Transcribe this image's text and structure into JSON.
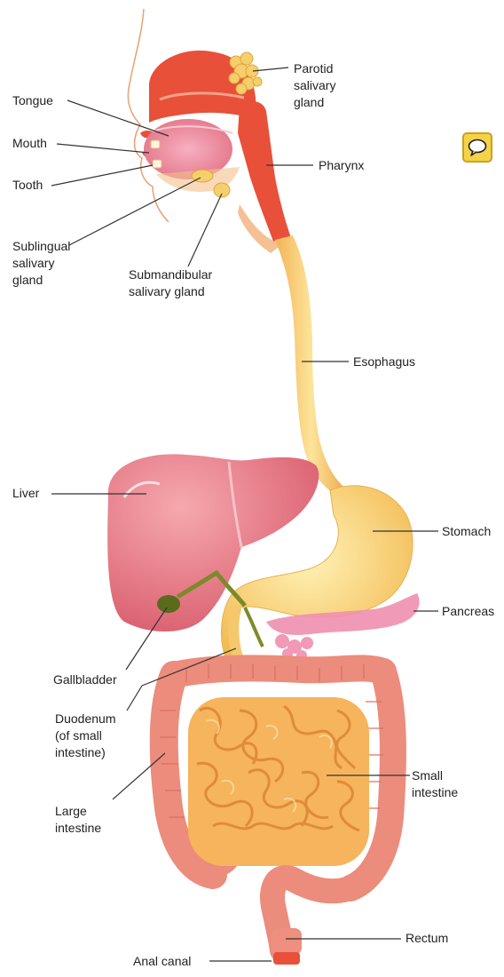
{
  "labels": {
    "parotid": "Parotid\nsalivary\ngland",
    "tongue": "Tongue",
    "mouth": "Mouth",
    "tooth": "Tooth",
    "pharynx": "Pharynx",
    "sublingual": "Sublingual\nsalivary\ngland",
    "submandibular": "Submandibular\nsalivary gland",
    "esophagus": "Esophagus",
    "liver": "Liver",
    "stomach": "Stomach",
    "pancreas": "Pancreas",
    "gallbladder": "Gallbladder",
    "duodenum": "Duodenum\n(of small\nintestine)",
    "small_intestine": "Small\nintestine",
    "large_intestine": "Large\nintestine",
    "rectum": "Rectum",
    "anal_canal": "Anal canal"
  },
  "colors": {
    "organ_red": "#e8503a",
    "esophagus_yellow": "#f5c66a",
    "stomach_yellow": "#f7d277",
    "liver_pink": "#e26f7a",
    "intestine_orange": "#f4a154",
    "colon_pink": "#ec8c7c",
    "pancreas_pink": "#f08fb0",
    "gallbladder_green": "#5b6b1c",
    "comment_icon_fill": "#f6d24a"
  },
  "icons": {
    "comment": "speech-bubble-icon"
  }
}
